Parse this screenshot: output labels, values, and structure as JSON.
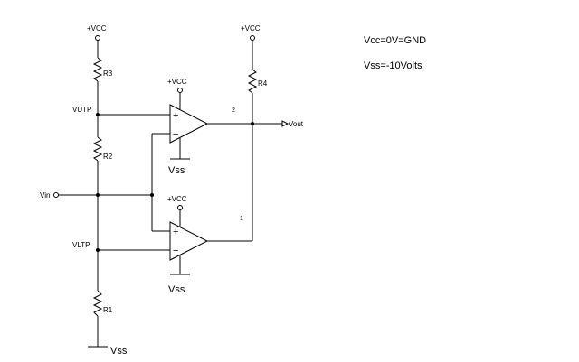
{
  "supply": {
    "vcc_label": "+VCC",
    "vss_label": "Vss"
  },
  "resistors": {
    "r1": "R1",
    "r2": "R2",
    "r3": "R3",
    "r4": "R4"
  },
  "nodes": {
    "vutp": "VUTP",
    "vltp": "VLTP",
    "vin": "Vin",
    "vout": "Vout"
  },
  "opamps": {
    "upper": {
      "number": "2",
      "plus": "+",
      "minus": "−"
    },
    "lower": {
      "number": "1",
      "plus": "+",
      "minus": "−"
    }
  },
  "notes": {
    "vcc": "Vcc=0V=GND",
    "vss": "Vss=-10Volts"
  }
}
